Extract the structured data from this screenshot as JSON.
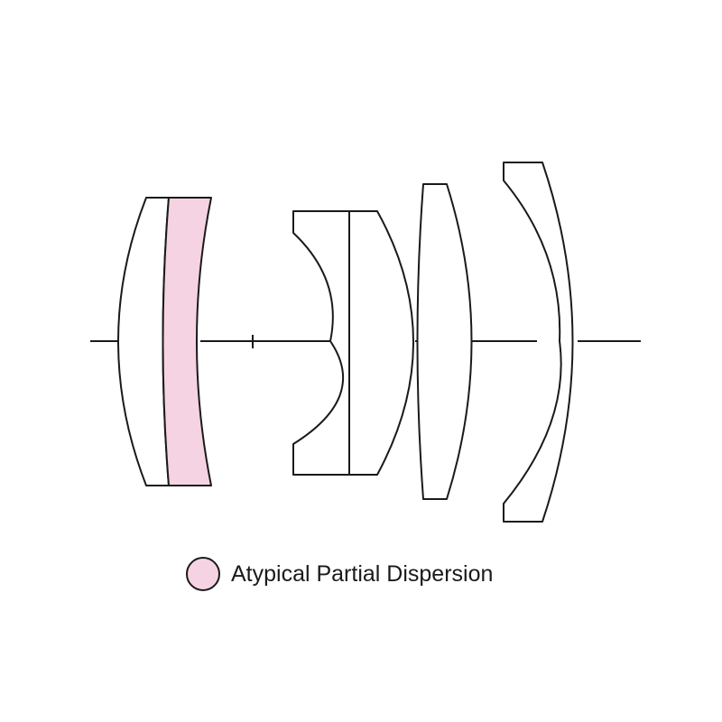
{
  "legend": {
    "label": "Atypical Partial Dispersion",
    "swatch_color": "#f6d3e2"
  },
  "colors": {
    "line": "#1a1a1a",
    "lens_fill": "#ffffff",
    "special_fill": "#f6d3e2"
  },
  "lens_elements": [
    {
      "name": "element-1",
      "special": false
    },
    {
      "name": "element-2",
      "special": true
    },
    {
      "name": "element-3",
      "special": false
    },
    {
      "name": "element-4",
      "special": false
    },
    {
      "name": "element-5",
      "special": false
    },
    {
      "name": "element-6",
      "special": false
    }
  ]
}
